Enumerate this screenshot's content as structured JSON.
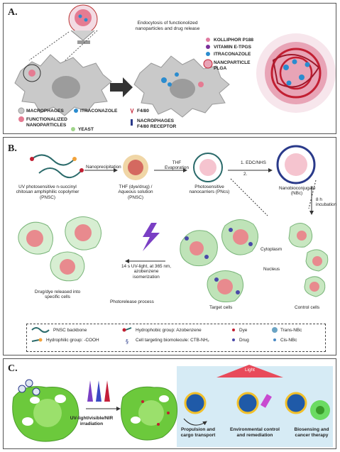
{
  "panelA": {
    "label": "A.",
    "endocytosis_caption": "Endocytosis of functionolized nanoparticles and drug release",
    "legend_left": [
      "MACROPHAGES",
      "FUNCTIONALIZED NANOPARTICLES",
      "YEAST"
    ],
    "legend_mid": [
      "ITRACONAZOLE",
      "F4/80",
      "NACROPHAGES F4/80 RECEPTOR"
    ],
    "legend_right": [
      "KOLLIPHOR P188",
      "VITAMIN E-TPGS",
      "ITRACONAZOLE",
      "NANCPARTICLE PLGA"
    ]
  },
  "panelB": {
    "label": "B.",
    "step_labels": {
      "polymer": "UV photosensitive n-succinyl chitosan amphiphilic copolymer (PNSC)",
      "nanoprecipitation": "Nanoprecipitation",
      "thf_solution": "THF (dye/drug) / Aqueous solution (PNSC)",
      "thf_evaporation": "THF Evaporation",
      "pncs": "Photosensitive nanocarriers (PNcs)",
      "edc": "1. EDC/NHS",
      "step2": "2.",
      "nbc": "Nanobioconjugate (NBc)",
      "incubation": "8 h incubation",
      "cytoplasm": "Cytoplasm",
      "nucleus": "Nucleus",
      "uv_light": "14 s UV-light, at 365 nm, azobenzene isomerization",
      "released": "Drug/dye released into specific cells",
      "photorelease": "Photorelease process",
      "target_cells": "Target cells",
      "control_cells": "Control cells"
    },
    "legend": {
      "backbone": "PNSC backbone",
      "hydrophobic": "Hydrophobic group: Azobenzene",
      "dye": "Dye",
      "trans": "Trans-NBc",
      "hydrophilic": "Hydrophilic group: -COOH",
      "biomolecule": "Cell targeting biomolecule: CTB-NH₂",
      "drug": "Drug",
      "cis": "Cis-NBc"
    }
  },
  "panelC": {
    "label": "C.",
    "irradiation": "UV-light/visible/NIR irradiation",
    "light": "Light",
    "apps": [
      "Propulsion and cargo transport",
      "Environmental control and remediation",
      "Biosensing and cancer therapy"
    ]
  }
}
